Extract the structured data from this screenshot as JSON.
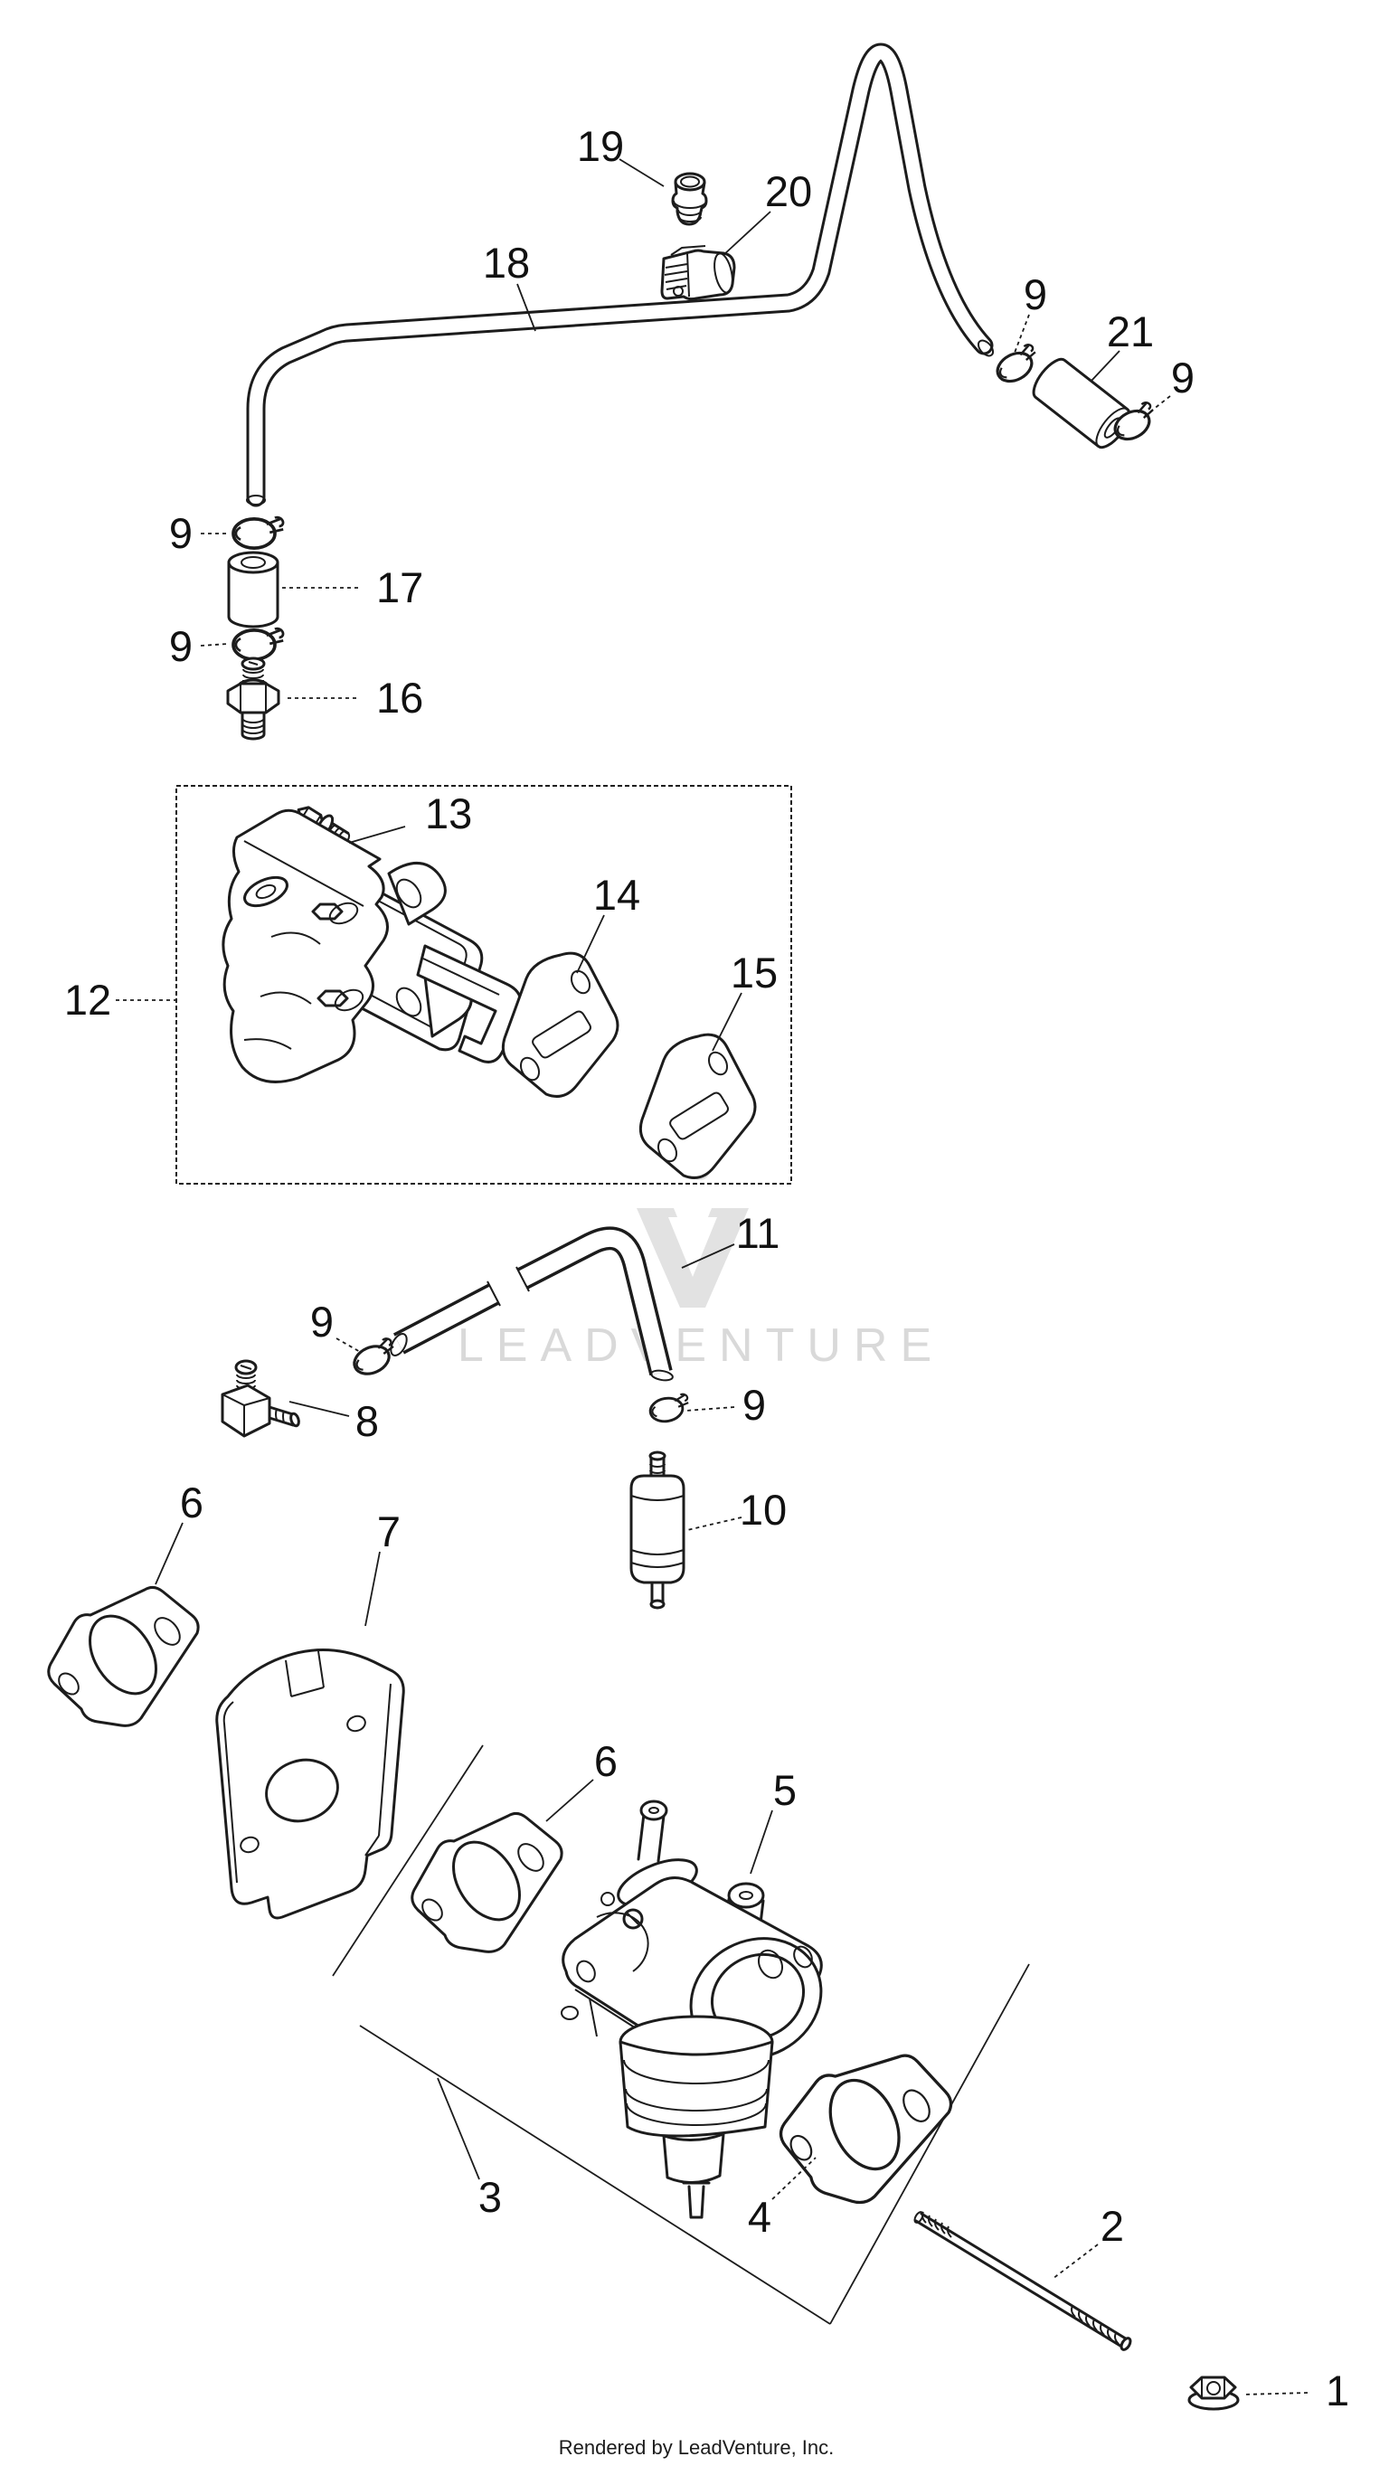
{
  "diagram": {
    "watermark_text": "LEADVENTURE",
    "watermark_logo_icon": "leadventure-flame-v-icon",
    "footer_credit": "Rendered by LeadVenture, Inc.",
    "colors": {
      "line": "#1c1c1c",
      "label": "#111111",
      "watermark": "#d9d9d9",
      "background": "#ffffff"
    }
  },
  "callouts": [
    {
      "text": "19"
    },
    {
      "text": "20"
    },
    {
      "text": "18"
    },
    {
      "text": "9"
    },
    {
      "text": "21"
    },
    {
      "text": "9"
    },
    {
      "text": "9"
    },
    {
      "text": "17"
    },
    {
      "text": "9"
    },
    {
      "text": "16"
    },
    {
      "text": "13"
    },
    {
      "text": "12"
    },
    {
      "text": "14"
    },
    {
      "text": "15"
    },
    {
      "text": "11"
    },
    {
      "text": "9"
    },
    {
      "text": "8"
    },
    {
      "text": "9"
    },
    {
      "text": "10"
    },
    {
      "text": "6"
    },
    {
      "text": "7"
    },
    {
      "text": "6"
    },
    {
      "text": "5"
    },
    {
      "text": "3"
    },
    {
      "text": "4"
    },
    {
      "text": "2"
    },
    {
      "text": "1"
    }
  ]
}
